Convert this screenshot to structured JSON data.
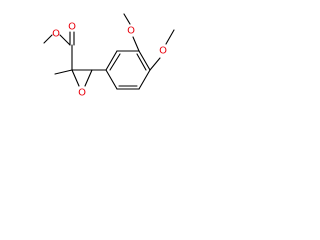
{
  "atoms": {
    "ester_carbonyl_o": "O",
    "ester_ether_o": "O",
    "epoxide_o": "O",
    "methoxy_o_1": "O",
    "methoxy_o_2": "O"
  },
  "colors": {
    "bond": "#000000",
    "carbon_text": "#000000",
    "oxygen_text": "#e8000b",
    "background": "#ffffff"
  }
}
